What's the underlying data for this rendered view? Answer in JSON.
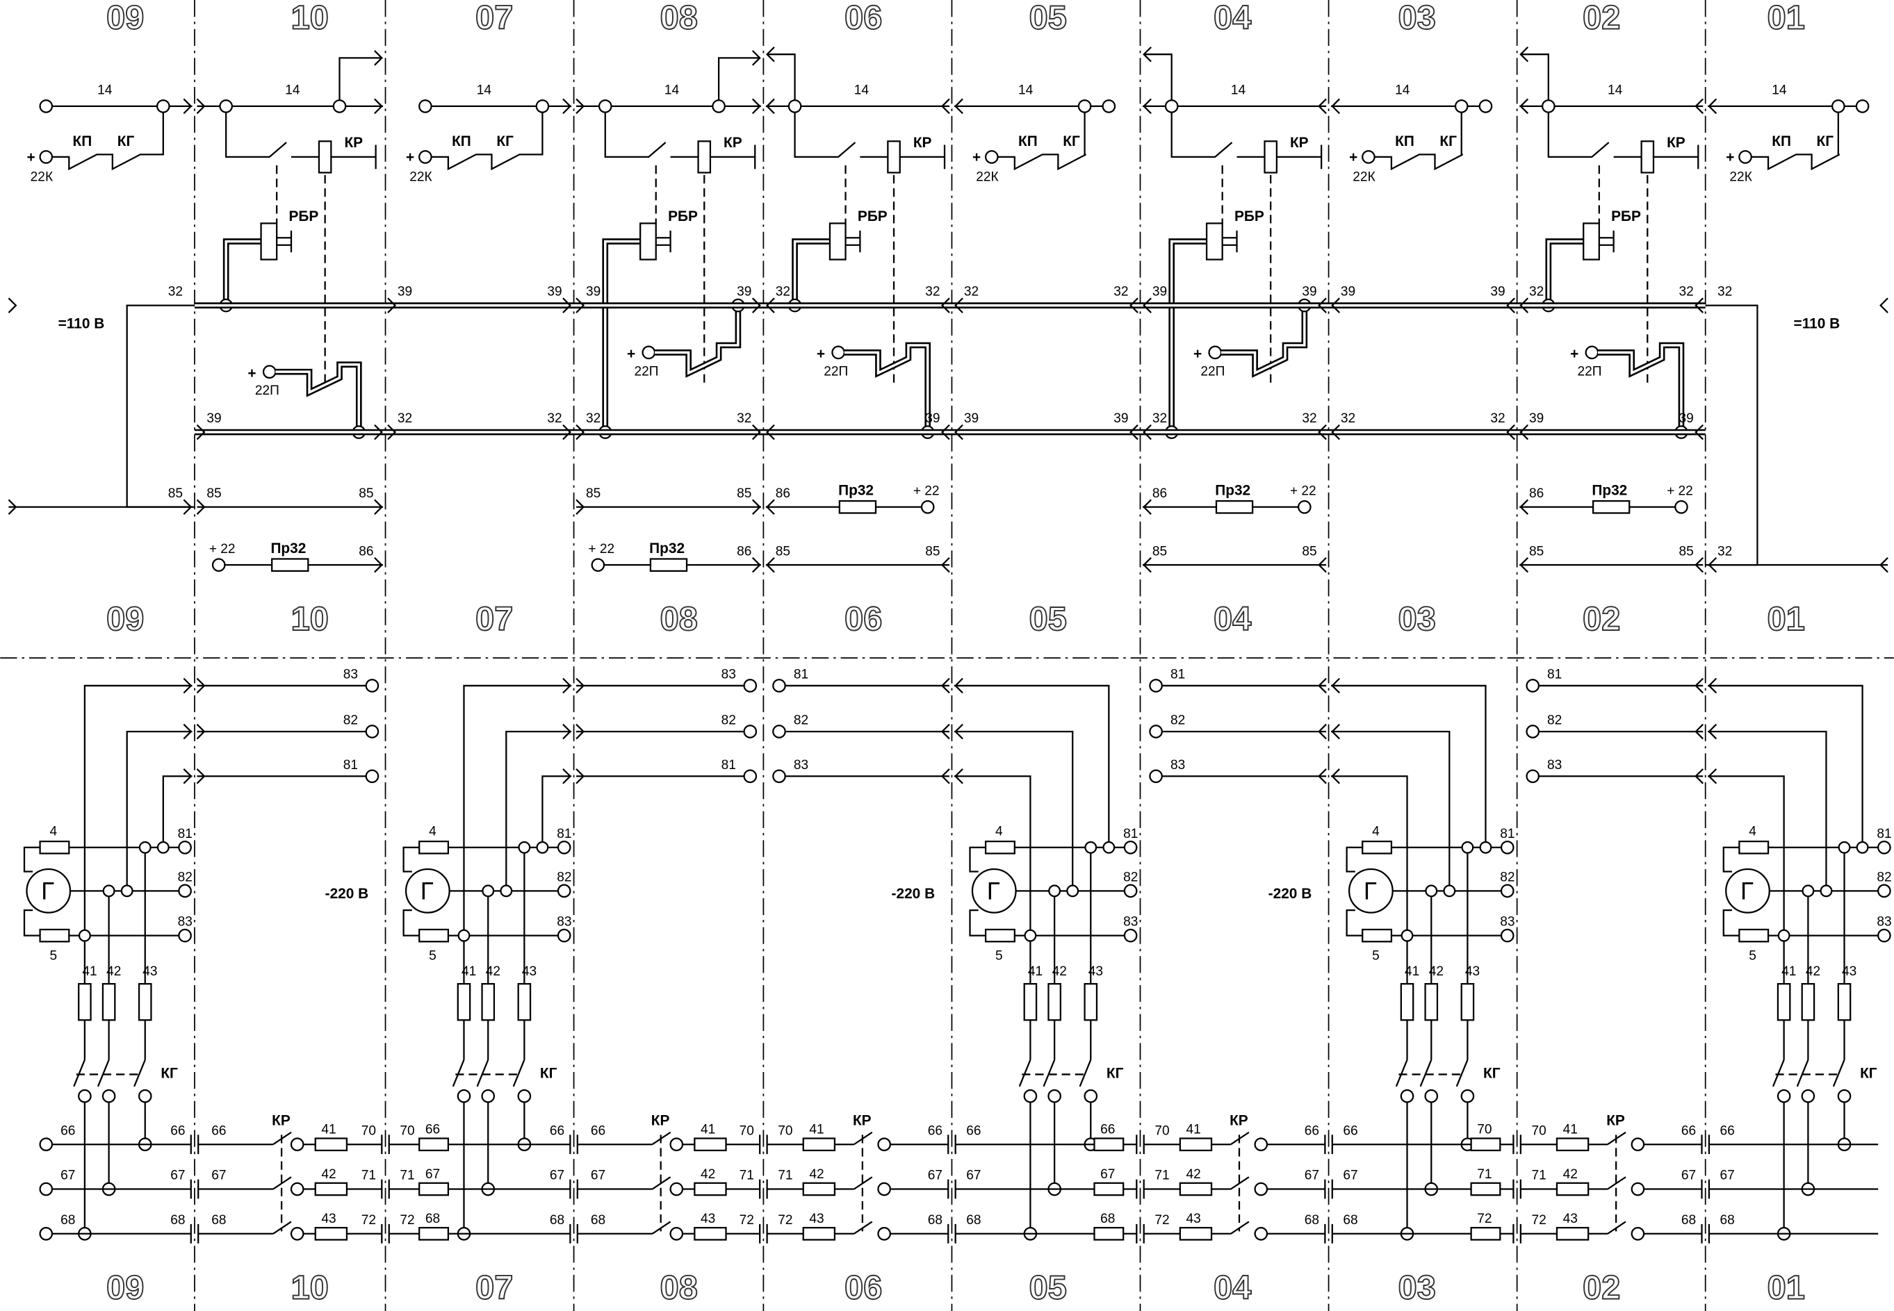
{
  "columns": [
    "09",
    "10",
    "07",
    "08",
    "06",
    "05",
    "04",
    "03",
    "02",
    "01"
  ],
  "supply": {
    "dc_voltage": "=110 В",
    "ac_voltage": "-220 В"
  },
  "top": {
    "control_wire": "14",
    "source": {
      "plus": "+",
      "terminal": "22К",
      "contact_kp": "КП",
      "contact_kg": "КГ"
    },
    "relay": {
      "coil": "КР",
      "blocking_relay": "РБР",
      "plus": "+",
      "terminal": "22П"
    },
    "bus_upper": [
      {
        "r": "32"
      },
      {},
      {
        "l": "39",
        "r": "39"
      },
      {
        "l": "39",
        "r": "39"
      },
      {
        "l": "32",
        "r": "32"
      },
      {
        "l": "32",
        "r": "32"
      },
      {
        "l": "39",
        "r": "39"
      },
      {
        "l": "39",
        "r": "39"
      },
      {
        "l": "32",
        "r": "32"
      },
      {
        "l": "32"
      }
    ],
    "bus_lower": [
      {},
      {
        "l": "39"
      },
      {
        "l": "32",
        "r": "32"
      },
      {
        "l": "32",
        "r": "32"
      },
      {
        "r": "39"
      },
      {
        "l": "39",
        "r": "39"
      },
      {
        "l": "32",
        "r": "32"
      },
      {
        "l": "32",
        "r": "32"
      },
      {
        "l": "39",
        "r": "39"
      },
      {}
    ],
    "row_85": [
      {
        "r": "85"
      },
      {
        "l": "85",
        "r": "85"
      },
      {},
      {
        "l": "85",
        "r": "85"
      },
      {
        "l": "86",
        "fuse": "Пр32",
        "r": "+ 22"
      },
      {},
      {
        "l": "86",
        "fuse": "Пр32",
        "r": "+ 22"
      },
      {},
      {
        "l": "86",
        "fuse": "Пр32",
        "r": "+ 22"
      },
      {}
    ],
    "row_86": [
      {},
      {
        "l": "+ 22",
        "fuse": "Пр32",
        "r": "86"
      },
      {},
      {
        "l": "+ 22",
        "fuse": "Пр32",
        "r": "86"
      },
      {
        "l": "85",
        "r": "85"
      },
      {},
      {
        "l": "85",
        "r": "85"
      },
      {},
      {
        "l": "85",
        "r": "85"
      },
      {
        "l": "32"
      }
    ]
  },
  "bottom": {
    "feeders": [
      [],
      [
        "83",
        "82",
        "81"
      ],
      [],
      [
        "83",
        "82",
        "81"
      ],
      [
        "81",
        "82",
        "83"
      ],
      [],
      [
        "81",
        "82",
        "83"
      ],
      [],
      [
        "81",
        "82",
        "83"
      ],
      []
    ],
    "generator": {
      "machine": "Г",
      "fuse_top": "4",
      "fuse_bottom": "5",
      "outputs": [
        "81",
        "82",
        "83"
      ],
      "phase_fuses": [
        "41",
        "42",
        "43"
      ],
      "switch": "КГ"
    },
    "phase_rows": [
      {
        "rows": [
          {
            "l": "66",
            "r": "66"
          },
          {
            "l": "67",
            "r": "67"
          },
          {
            "l": "68",
            "r": "68"
          }
        ]
      },
      {
        "switch": "КР",
        "rows": [
          {
            "l": "66",
            "fuse": "41",
            "r": "70"
          },
          {
            "l": "67",
            "fuse": "42",
            "r": "71"
          },
          {
            "l": "68",
            "fuse": "43",
            "r": "72"
          }
        ]
      },
      {
        "rows": [
          {
            "l": "70",
            "fuse": "66",
            "r": "66"
          },
          {
            "l": "71",
            "fuse": "67",
            "r": "67"
          },
          {
            "l": "72",
            "fuse": "68",
            "r": "68"
          }
        ]
      },
      {
        "switch": "КР",
        "rows": [
          {
            "l": "66",
            "fuse": "41",
            "r": "70"
          },
          {
            "l": "67",
            "fuse": "42",
            "r": "71"
          },
          {
            "l": "68",
            "fuse": "43",
            "r": "72"
          }
        ]
      },
      {
        "switch": "КР",
        "rows": [
          {
            "l": "70",
            "fuse": "41",
            "r": "66"
          },
          {
            "l": "71",
            "fuse": "42",
            "r": "67"
          },
          {
            "l": "72",
            "fuse": "43",
            "r": "68"
          }
        ]
      },
      {
        "rows": [
          {
            "l": "66",
            "fuse": "66"
          },
          {
            "l": "67",
            "fuse": "67"
          },
          {
            "l": "68",
            "fuse": "68"
          }
        ]
      },
      {
        "switch": "КР",
        "rows": [
          {
            "l": "70",
            "fuse": "41",
            "r": "66"
          },
          {
            "l": "71",
            "fuse": "42",
            "r": "67"
          },
          {
            "l": "72",
            "fuse": "43",
            "r": "68"
          }
        ]
      },
      {
        "rows": [
          {
            "l": "66",
            "fuse": "70"
          },
          {
            "l": "67",
            "fuse": "71"
          },
          {
            "l": "68",
            "fuse": "72"
          }
        ]
      },
      {
        "switch": "КР",
        "rows": [
          {
            "l": "70",
            "fuse": "41",
            "r": "66"
          },
          {
            "l": "71",
            "fuse": "42",
            "r": "67"
          },
          {
            "l": "72",
            "fuse": "43",
            "r": "68"
          }
        ]
      },
      {
        "rows": [
          {
            "l": "66"
          },
          {
            "l": "67"
          },
          {
            "l": "68"
          }
        ]
      }
    ]
  }
}
